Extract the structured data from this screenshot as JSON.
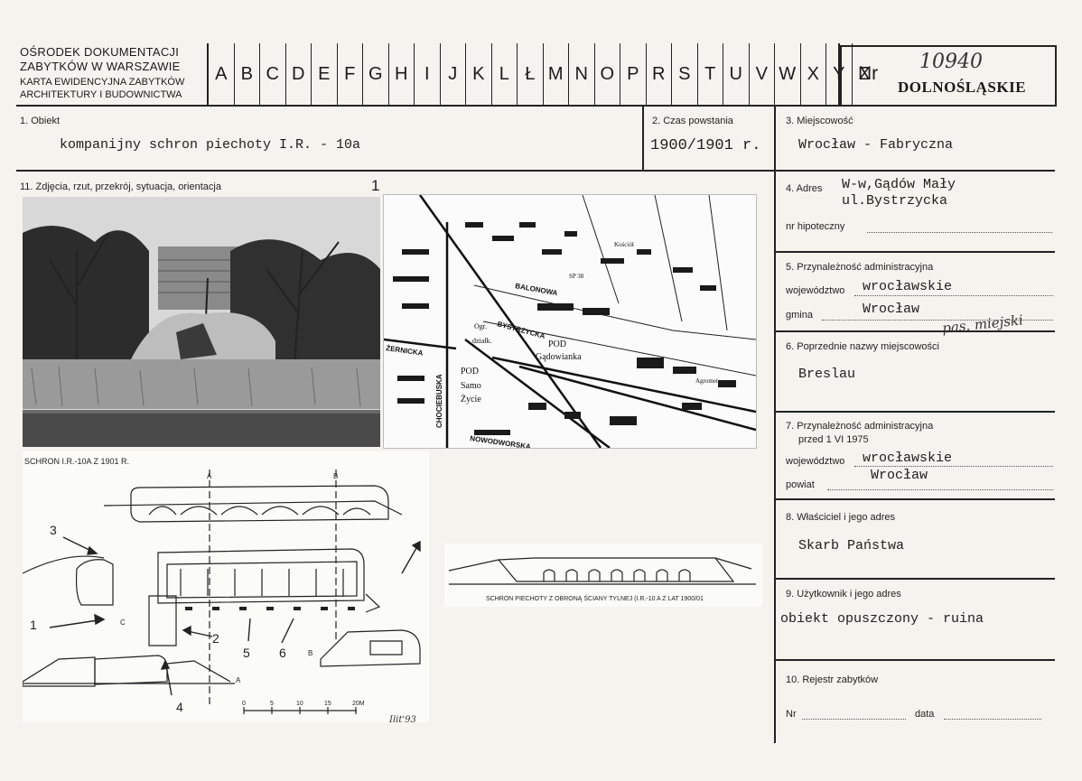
{
  "header": {
    "org_line1": "OŚRODEK DOKUMENTACJI",
    "org_line2": "ZABYTKÓW W WARSZAWIE",
    "org_line3": "KARTA EWIDENCYJNA ZABYTKÓW",
    "org_line4": "ARCHITEKTURY I BUDOWNICTWA",
    "letters": [
      "A",
      "B",
      "C",
      "D",
      "E",
      "F",
      "G",
      "H",
      "I",
      "J",
      "K",
      "L",
      "Ł",
      "M",
      "N",
      "O",
      "P",
      "R",
      "S",
      "T",
      "U",
      "V",
      "W",
      "X",
      "Y",
      "Z"
    ],
    "nr_label": "Nr",
    "nr_value": "10940",
    "region": "DOLNOŚLĄSKIE"
  },
  "fields": {
    "obiekt_label": "1. Obiekt",
    "obiekt_value": "kompanijny schron piechoty  I.R.  - 10a",
    "czas_label": "2. Czas powstania",
    "czas_value": "1900/1901 r.",
    "miejscowosc_label": "3. Miejscowość",
    "miejscowosc_value": "Wrocław - Fabryczna",
    "zdjecia_label": "11. Zdjęcia, rzut, przekrój, sytuacja, orientacja",
    "zdjecia_number": "1",
    "adres_label": "4. Adres",
    "adres_line1": "W-w,Gądów Mały",
    "adres_line2": "ul.Bystrzycka",
    "hipoteczny_label": "nr hipoteczny",
    "przynaleznosc_label": "5. Przynależność administracyjna",
    "wojewodztwo_label": "województwo",
    "wojewodztwo_value": "wrocławskie",
    "gmina_label": "gmina",
    "gmina_value": "Wrocław",
    "gmina_note": "pas. miejski",
    "poprzednie_label": "6. Poprzednie nazwy miejscowości",
    "poprzednie_value": "Breslau",
    "przynaleznosc_przed_label1": "7. Przynależność administracyjna",
    "przynaleznosc_przed_label2": "przed 1 VI 1975",
    "wojewodztwo2_label": "województwo",
    "wojewodztwo2_value": "wrocławskie",
    "powiat_label": "powiat",
    "powiat_value": "Wrocław",
    "wlasciciel_label": "8. Właściciel i jego adres",
    "wlasciciel_value": "Skarb Państwa",
    "uzytkownik_label": "9. Użytkownik i jego adres",
    "uzytkownik_value": "obiekt opuszczony - ruina",
    "rejestr_label": "10. Rejestr zabytków",
    "rejestr_nr_label": "Nr",
    "rejestr_data_label": "data"
  },
  "drawings": {
    "plan_caption": "SCHRON  I.R.-10A  Z  1901 R.",
    "elevation_caption": "SCHRON  PIECHOTY  Z  OBRONĄ  ŚCIANY  TYLNEJ   (I.R.-10 A  Z  LAT  1900/01",
    "plan_numbers": [
      "3",
      "1",
      "2",
      "4",
      "5",
      "6"
    ],
    "section_letters": [
      "A",
      "B",
      "C",
      "A",
      "B"
    ],
    "scale_labels": [
      "0",
      "5",
      "10",
      "15",
      "20M"
    ],
    "signature": "Ilit'93"
  },
  "map_labels": {
    "street1": "BALONOWA",
    "street2": "BYSTRZYCKA",
    "street3": "ŻERNICKA",
    "street4": "NOWODWORSKA",
    "street5": "CHOCIEBUSKA",
    "area1": "POD",
    "area2": "Gądowianka",
    "area3": "POD",
    "area4": "Samo",
    "area5": "Życie",
    "other1": "Ogr.",
    "other2": "działk.",
    "other3": "SP 38",
    "other4": "Kościół",
    "other5": "Agromet"
  }
}
